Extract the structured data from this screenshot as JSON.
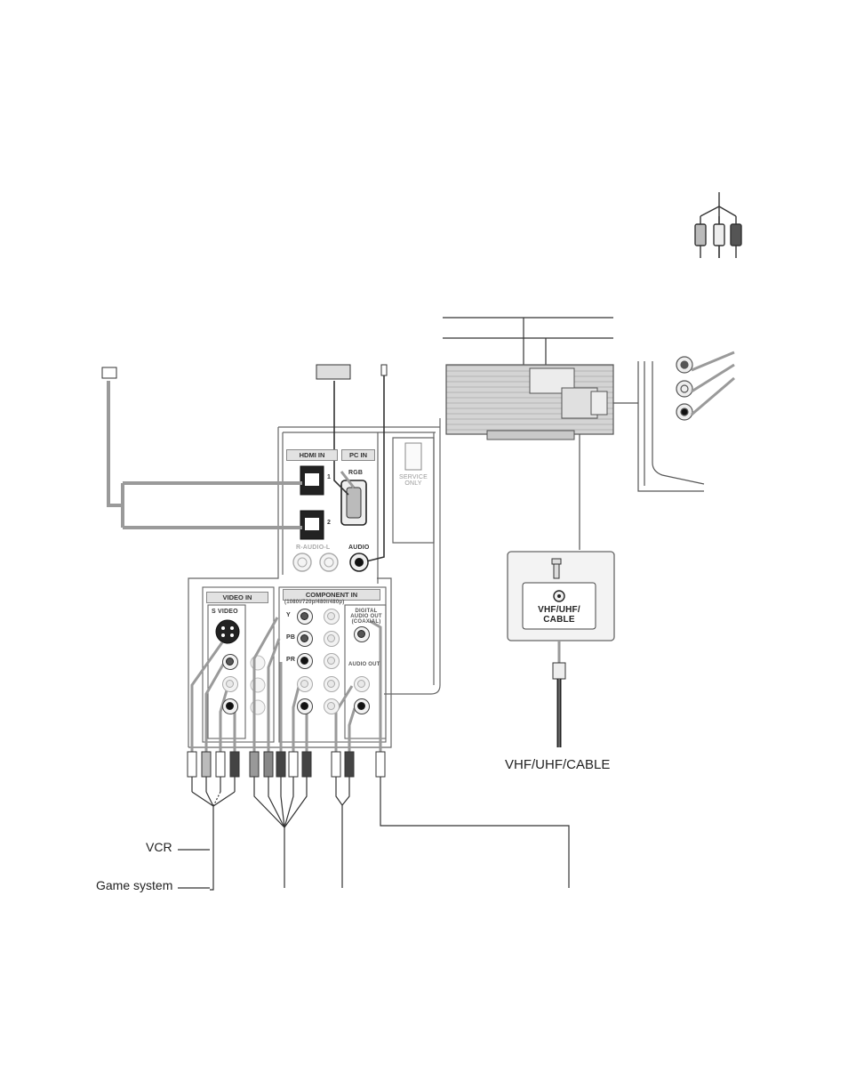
{
  "labels": {
    "vcr": "VCR",
    "game": "Game system",
    "vhf_bottom": "VHF/UHF/CABLE"
  },
  "panel": {
    "hdmi_tab": "HDMI IN",
    "pc_tab": "PC IN",
    "rgb": "RGB",
    "service": "SERVICE ONLY",
    "audio": "AUDIO",
    "ral": "R-AUDIO-L",
    "hdmi_1": "1",
    "hdmi_2": "2",
    "video_tab": "VIDEO IN",
    "svideo": "S VIDEO",
    "comp_tab": "COMPONENT IN",
    "comp_sub": "(1080i/720p/480i/480p)",
    "y": "Y",
    "pb": "PB",
    "pr": "PR",
    "digital_out": "DIGITAL AUDIO OUT (COAXIAL)",
    "audio_out": "AUDIO OUT"
  },
  "antenna": {
    "label": "VHF/UHF/ CABLE"
  },
  "colors": {
    "line": "#333333",
    "cable_gray": "#9a9a9a",
    "panel_fill": "#f3f3f3",
    "tv_gray": "#cfcfcf"
  }
}
